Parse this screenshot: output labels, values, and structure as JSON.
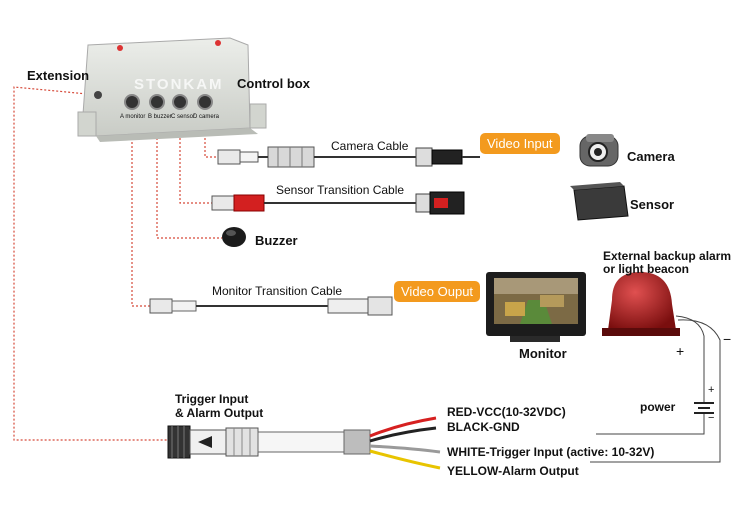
{
  "labels": {
    "extension": "Extension",
    "control_box": "Control box",
    "brand": "STONKAM",
    "port_monitor": "A monitor",
    "port_buzzer": "B buzzer",
    "port_sensor": "C sensor",
    "port_camera": "D camera",
    "camera_cable": "Camera Cable",
    "video_input": "Video Input",
    "camera": "Camera",
    "sensor_cable": "Sensor Transition Cable",
    "sensor": "Sensor",
    "buzzer": "Buzzer",
    "alarm_line1": "External backup alarm",
    "alarm_line2": "or light beacon",
    "monitor_cable": "Monitor Transition Cable",
    "video_output": "Video Ouput",
    "monitor": "Monitor",
    "plus": "+",
    "minus": "−",
    "power": "power",
    "trigger_line1": "Trigger Input",
    "trigger_line2": "& Alarm Output",
    "red_wire": "RED-VCC(10-32VDC)",
    "black_wire": "BLACK-GND",
    "white_wire": "WHITE-Trigger Input (active:  10-32V)",
    "yellow_wire": "YELLOW-Alarm Output"
  },
  "colors": {
    "badge": "#f39a1e",
    "dotted_line": "#d64a3a",
    "red_wire": "#d62020",
    "yellow_wire": "#e8c400",
    "box": "#d9dcd7"
  }
}
